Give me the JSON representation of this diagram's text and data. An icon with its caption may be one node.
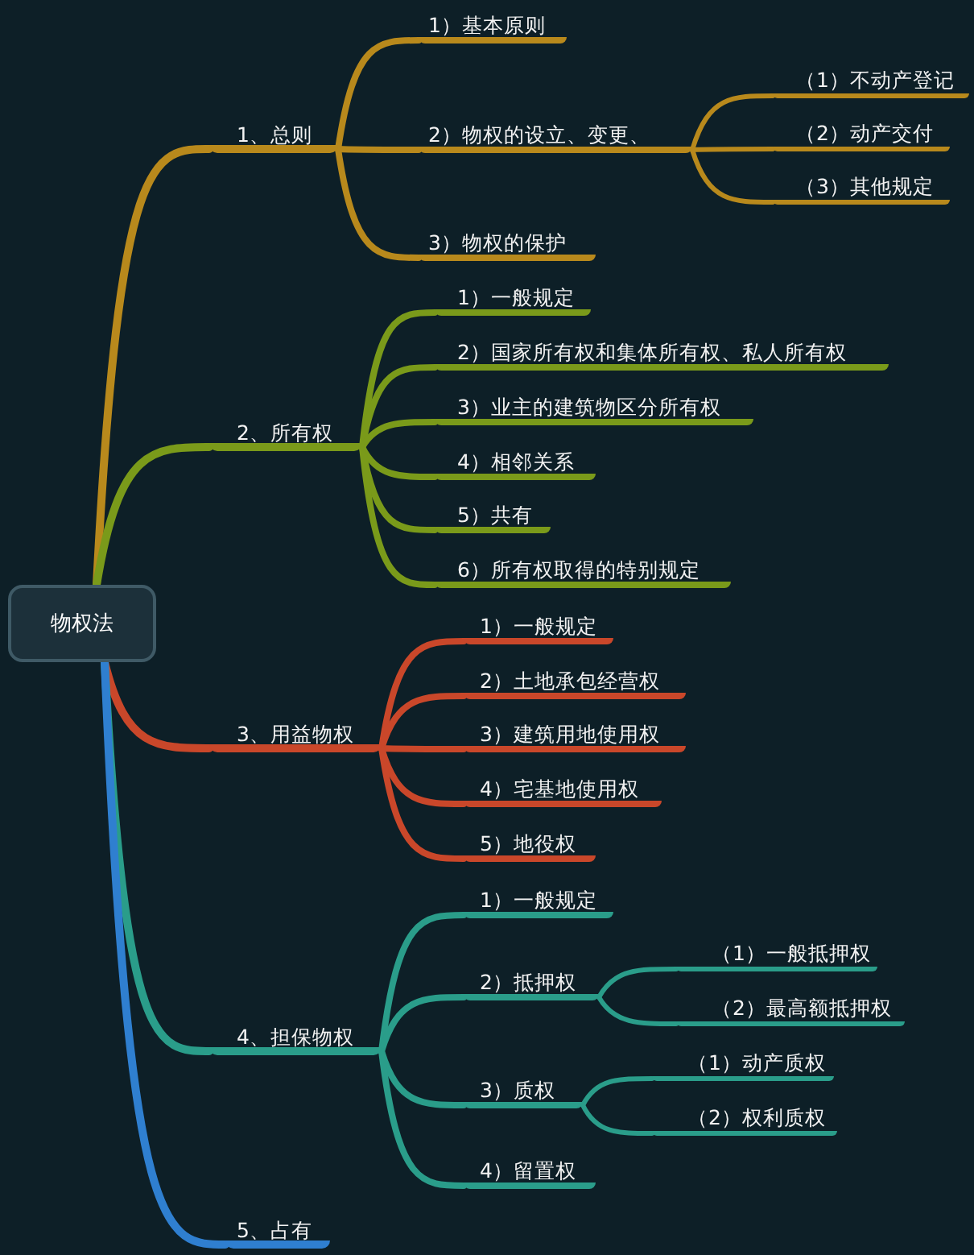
{
  "diagram": {
    "nodes": [
      {
        "text": [
          "物权法"
        ]
      },
      {
        "text": [
          "1、总则"
        ]
      },
      {
        "text": [
          "1）基本原则"
        ]
      },
      {
        "text": [
          "2）物权的设立、变更、"
        ]
      },
      {
        "text": [
          "（1）不动产登记"
        ]
      },
      {
        "text": [
          "（2）动产交付"
        ]
      },
      {
        "text": [
          "（3）其他规定"
        ]
      },
      {
        "text": [
          "3）物权的保护"
        ]
      },
      {
        "text": [
          "2、所有权"
        ]
      },
      {
        "text": [
          "1）一般规定"
        ]
      },
      {
        "text": [
          "2）国家所有权和集体所有权、私人所有权"
        ]
      },
      {
        "text": [
          "3）业主的建筑物区分所有权"
        ]
      },
      {
        "text": [
          "4）相邻关系"
        ]
      },
      {
        "text": [
          "5）共有"
        ]
      },
      {
        "text": [
          "6）所有权取得的特别规定"
        ]
      },
      {
        "text": [
          "3、用益物权"
        ]
      },
      {
        "text": [
          "1）一般规定"
        ]
      },
      {
        "text": [
          "2）土地承包经营权"
        ]
      },
      {
        "text": [
          "3）建筑用地使用权"
        ]
      },
      {
        "text": [
          "4）宅基地使用权"
        ]
      },
      {
        "text": [
          "5）地役权"
        ]
      },
      {
        "text": [
          "4、担保物权"
        ]
      },
      {
        "text": [
          "1）一般规定"
        ]
      },
      {
        "text": [
          "2）抵押权"
        ]
      },
      {
        "text": [
          "（1）一般抵押权"
        ]
      },
      {
        "text": [
          "（2）最高额抵押权"
        ]
      },
      {
        "text": [
          "3）质权"
        ]
      },
      {
        "text": [
          "（1）动产质权"
        ]
      },
      {
        "text": [
          "（2）权利质权"
        ]
      },
      {
        "text": [
          "4）留置权"
        ]
      },
      {
        "text": [
          "5、占有"
        ]
      }
    ],
    "edges": [
      {
        "from": 0,
        "to": 1,
        "arrow": "none",
        "color": "#b8891c"
      },
      {
        "from": 1,
        "to": 2,
        "arrow": "none",
        "color": "#b8891c"
      },
      {
        "from": 1,
        "to": 3,
        "arrow": "none",
        "color": "#b8891c"
      },
      {
        "from": 3,
        "to": 4,
        "arrow": "none",
        "color": "#b8891c"
      },
      {
        "from": 3,
        "to": 5,
        "arrow": "none",
        "color": "#b8891c"
      },
      {
        "from": 3,
        "to": 6,
        "arrow": "none",
        "color": "#b8891c"
      },
      {
        "from": 1,
        "to": 7,
        "arrow": "none",
        "color": "#b8891c"
      },
      {
        "from": 0,
        "to": 8,
        "arrow": "none",
        "color": "#7a9a1a"
      },
      {
        "from": 8,
        "to": 9,
        "arrow": "none",
        "color": "#7a9a1a"
      },
      {
        "from": 8,
        "to": 10,
        "arrow": "none",
        "color": "#7a9a1a"
      },
      {
        "from": 8,
        "to": 11,
        "arrow": "none",
        "color": "#7a9a1a"
      },
      {
        "from": 8,
        "to": 12,
        "arrow": "none",
        "color": "#7a9a1a"
      },
      {
        "from": 8,
        "to": 13,
        "arrow": "none",
        "color": "#7a9a1a"
      },
      {
        "from": 8,
        "to": 14,
        "arrow": "none",
        "color": "#7a9a1a"
      },
      {
        "from": 0,
        "to": 15,
        "arrow": "none",
        "color": "#c9472a"
      },
      {
        "from": 15,
        "to": 16,
        "arrow": "none",
        "color": "#c9472a"
      },
      {
        "from": 15,
        "to": 17,
        "arrow": "none",
        "color": "#c9472a"
      },
      {
        "from": 15,
        "to": 18,
        "arrow": "none",
        "color": "#c9472a"
      },
      {
        "from": 15,
        "to": 19,
        "arrow": "none",
        "color": "#c9472a"
      },
      {
        "from": 15,
        "to": 20,
        "arrow": "none",
        "color": "#c9472a"
      },
      {
        "from": 0,
        "to": 21,
        "arrow": "none",
        "color": "#2a9d8a"
      },
      {
        "from": 21,
        "to": 22,
        "arrow": "none",
        "color": "#2a9d8a"
      },
      {
        "from": 21,
        "to": 23,
        "arrow": "none",
        "color": "#2a9d8a"
      },
      {
        "from": 23,
        "to": 24,
        "arrow": "none",
        "color": "#2a9d8a"
      },
      {
        "from": 23,
        "to": 25,
        "arrow": "none",
        "color": "#2a9d8a"
      },
      {
        "from": 21,
        "to": 26,
        "arrow": "none",
        "color": "#2a9d8a"
      },
      {
        "from": 26,
        "to": 27,
        "arrow": "none",
        "color": "#2a9d8a"
      },
      {
        "from": 26,
        "to": 28,
        "arrow": "none",
        "color": "#2a9d8a"
      },
      {
        "from": 21,
        "to": 29,
        "arrow": "none",
        "color": "#2a9d8a"
      },
      {
        "from": 0,
        "to": 30,
        "arrow": "none",
        "color": "#2f7fd0"
      }
    ]
  }
}
